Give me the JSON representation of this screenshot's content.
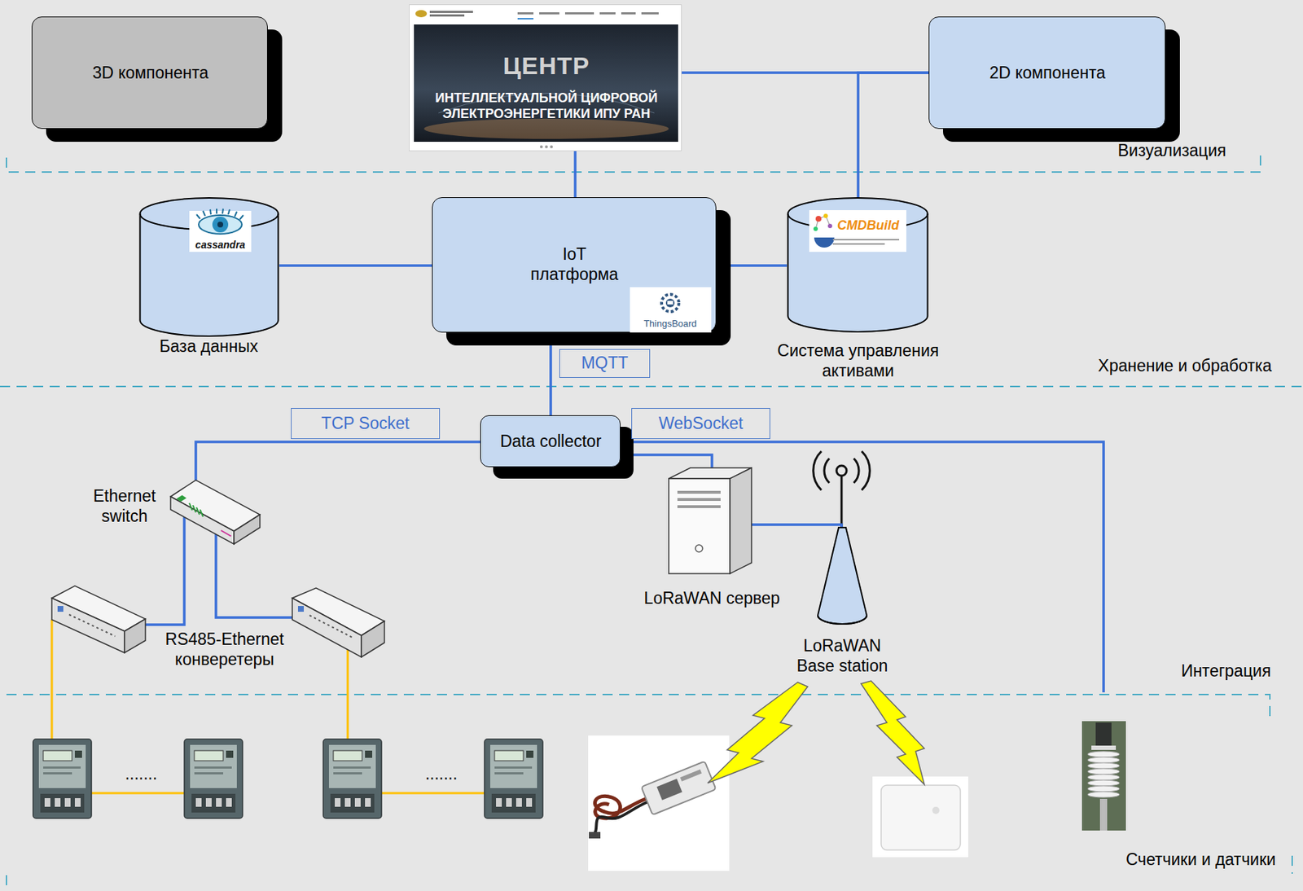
{
  "diagram": {
    "nodes": [
      {
        "text": [
          "3D компонента"
        ]
      },
      {
        "text": [
          "ЦЕНТР",
          "ИНТЕЛЛЕКТУАЛЬНОЙ ЦИФРОВОЙ ЭЛЕКТРОЭНЕРГЕТИКИ ИПУ РАН"
        ]
      },
      {
        "text": [
          "2D компонента"
        ]
      },
      {
        "text": [
          "cassandra",
          "База данных"
        ]
      },
      {
        "text": [
          "IoT платформа"
        ]
      },
      {
        "text": [
          "ThingsBoard"
        ],
        "in": 4
      },
      {
        "text": [
          "CMDBuild",
          "Система управления активами"
        ]
      },
      {
        "text": [
          "Data collector"
        ]
      },
      {
        "text": [
          "Ethernet switch"
        ]
      },
      {
        "text": [
          "LoRaWAN сервер"
        ]
      },
      {
        "text": [
          "LoRaWAN Base station"
        ]
      }
    ],
    "edges": [
      {
        "from": 4,
        "to": 1,
        "arrow": "none"
      },
      {
        "from": 1,
        "to": 2,
        "arrow": "none"
      },
      {
        "from": 6,
        "to": 2,
        "arrow": "none"
      },
      {
        "from": 3,
        "to": 4,
        "arrow": "none"
      },
      {
        "from": 4,
        "to": 6,
        "arrow": "none"
      },
      {
        "from": 4,
        "to": 7,
        "label": "MQTT",
        "arrow": "none"
      },
      {
        "from": 7,
        "to": 8,
        "label": "TCP Socket",
        "arrow": "none"
      },
      {
        "from": 7,
        "to": 9,
        "label": "WebSocket",
        "arrow": "none"
      },
      {
        "from": 9,
        "to": 10,
        "arrow": "none"
      }
    ],
    "labels": [
      "Визуализация",
      "Хранение и обработка",
      "RS485-Ethernet конверетеры",
      "Интеграция",
      ".......",
      ".......",
      "Счетчики и датчики"
    ]
  }
}
